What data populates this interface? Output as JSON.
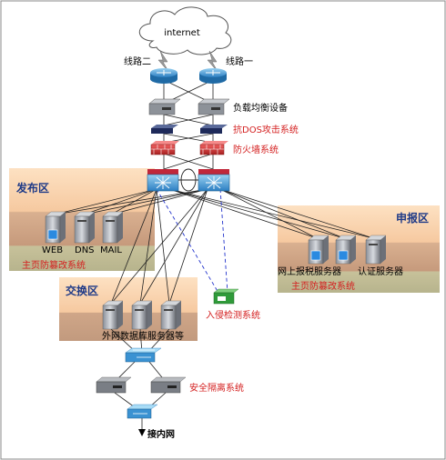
{
  "cloud": {
    "text": "internet"
  },
  "lines": {
    "left": "线路二",
    "right": "线路一"
  },
  "devices": {
    "load_balancer": "负载均衡设备",
    "anti_dos": "抗DOS攻击系统",
    "firewall": "防火墙系统",
    "ids": "入侵检测系统",
    "isolation": "安全隔离系统",
    "intranet": "接内网"
  },
  "zones": {
    "publish": {
      "title": "发布区",
      "servers": [
        "WEB",
        "DNS",
        "MAIL"
      ],
      "footer": "主页防篡改系统"
    },
    "declare": {
      "title": "申报区",
      "servers": [
        "网上报税服务器",
        "认证服务器"
      ],
      "footer": "主页防篡改系统"
    },
    "exchange": {
      "title": "交换区",
      "servers_label": "外网数据库服务器等"
    }
  },
  "colors": {
    "zone_top": "#fbd7ae",
    "zone_mid": "#d1a585",
    "zone_bottom": "#b9b58b",
    "title_blue": "#1f3a87",
    "label_red": "#d42020",
    "ids_line": "#2233cc"
  }
}
